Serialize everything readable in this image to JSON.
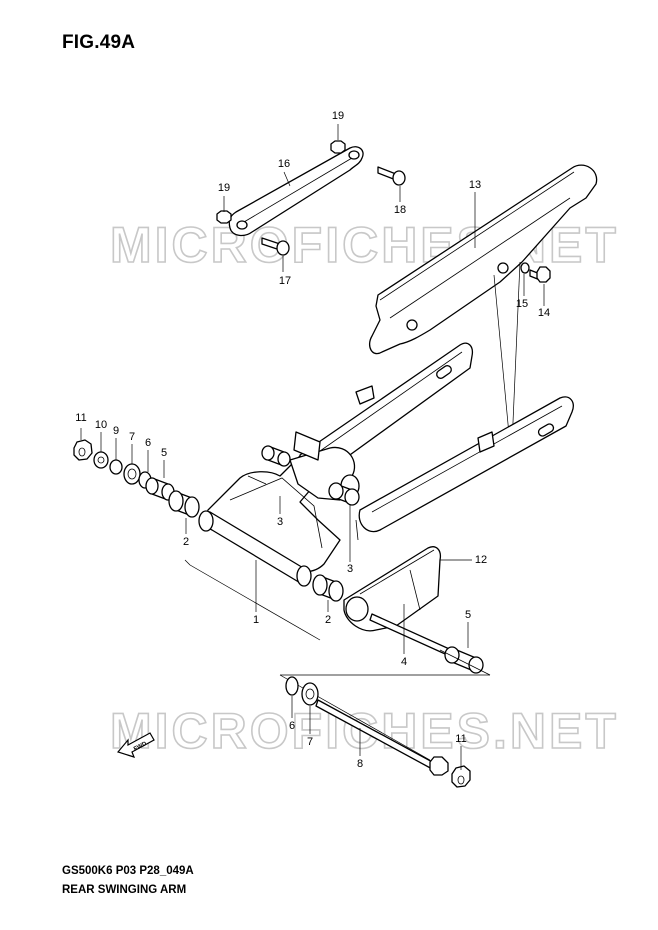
{
  "figure": {
    "title": "FIG.49A",
    "code": "GS500K6 P03 P28_049A",
    "name": "REAR SWINGING ARM",
    "watermark": "MICROFICHES.NET",
    "fwd_label": "FWD"
  },
  "callouts": {
    "c1": "1",
    "c2a": "2",
    "c2b": "2",
    "c3a": "3",
    "c3b": "3",
    "c4": "4",
    "c5a": "5",
    "c5b": "5",
    "c6a": "6",
    "c6b": "6",
    "c7a": "7",
    "c7b": "7",
    "c8": "8",
    "c9": "9",
    "c10": "10",
    "c11a": "11",
    "c11b": "11",
    "c12": "12",
    "c13": "13",
    "c14": "14",
    "c15": "15",
    "c16": "16",
    "c17": "17",
    "c18": "18",
    "c19a": "19",
    "c19b": "19"
  }
}
